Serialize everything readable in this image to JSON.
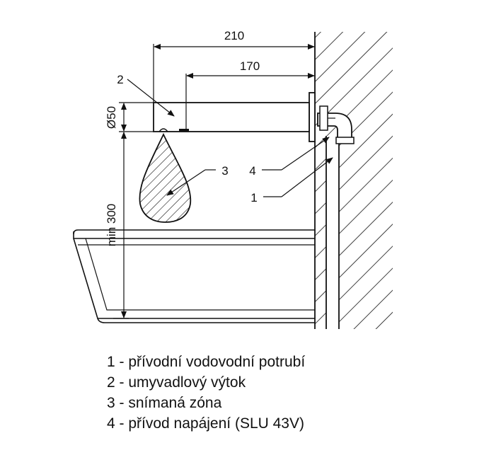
{
  "dimensions": {
    "total_length": "210",
    "spout_length": "170",
    "diameter": "Ø50",
    "min_height": "min 300"
  },
  "callouts": {
    "spout": "2",
    "sensing_zone": "3",
    "power_supply": "4",
    "water_pipe": "1"
  },
  "legend": [
    "1 - přívodní vodovodní potrubí",
    "2 - umyvadlový výtok",
    "3 - snímaná zóna",
    "4 - přívod napájení (SLU 43V)"
  ]
}
